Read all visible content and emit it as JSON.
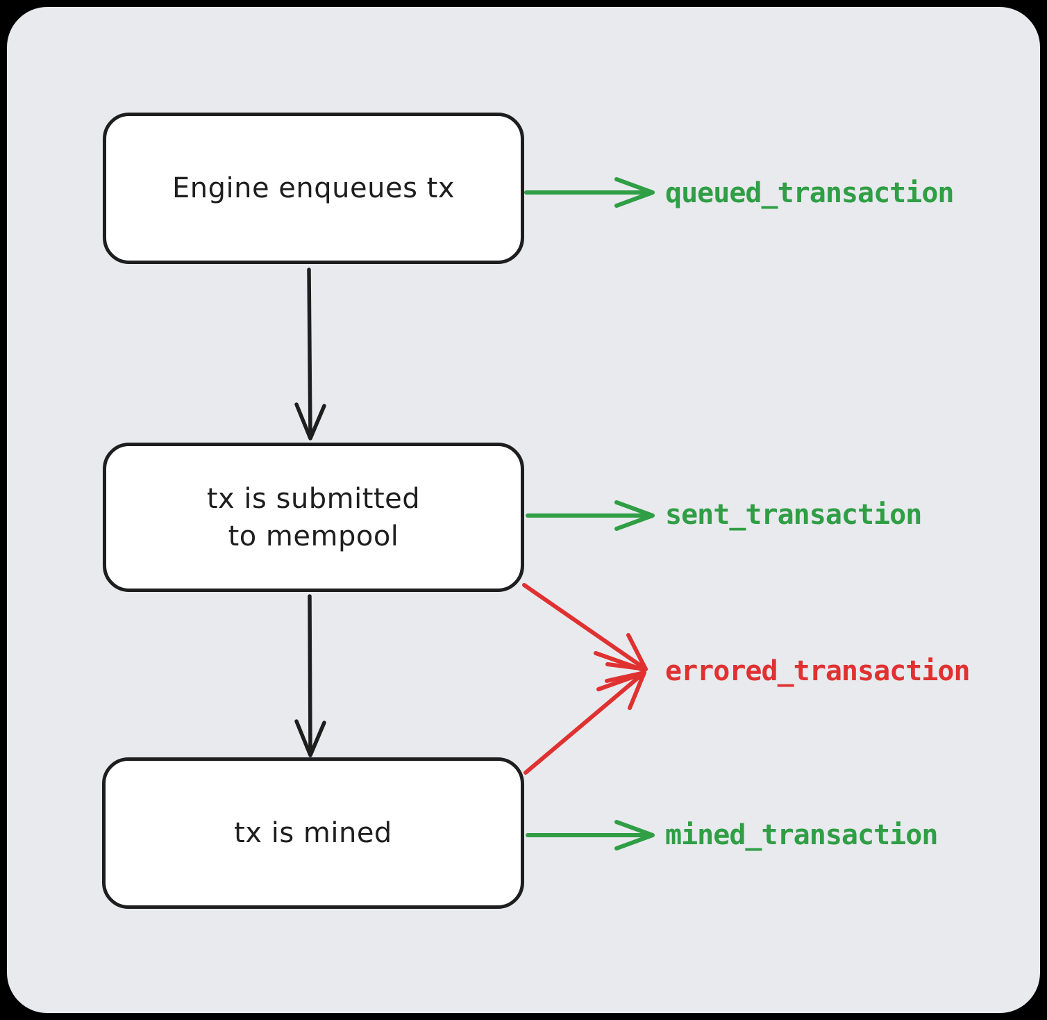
{
  "palette": {
    "outer_background": "#000000",
    "canvas_background": "#e8eaee",
    "node_fill": "#ffffff",
    "stroke_dark": "#1e1e1e",
    "event_green": "#2f9e44",
    "event_red": "#e03131"
  },
  "nodes": [
    {
      "label": "Engine enqueues tx"
    },
    {
      "label": "tx is submitted\nto mempool"
    },
    {
      "label": "tx is mined"
    }
  ],
  "events": [
    {
      "label": "queued_transaction",
      "color": "#2f9e44"
    },
    {
      "label": "sent_transaction",
      "color": "#2f9e44"
    },
    {
      "label": "errored_transaction",
      "color": "#e03131"
    },
    {
      "label": "mined_transaction",
      "color": "#2f9e44"
    }
  ]
}
